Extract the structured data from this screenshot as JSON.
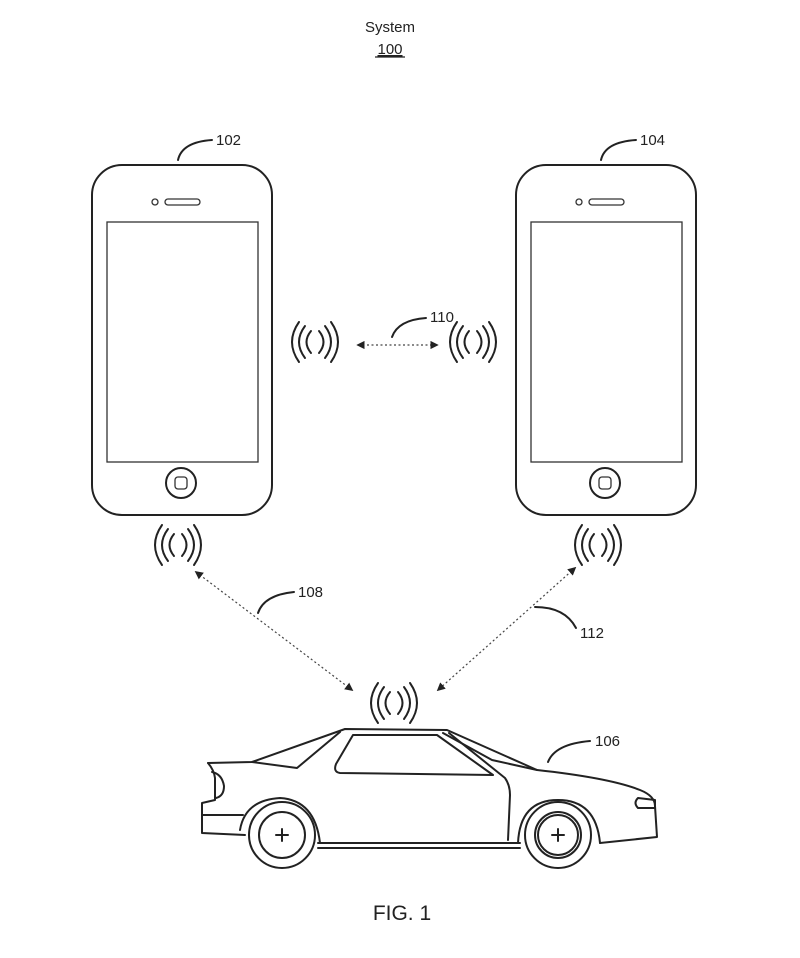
{
  "title": {
    "system_label": "System",
    "system_ref": "100"
  },
  "figure_caption": "FIG. 1",
  "components": {
    "phone_1": {
      "ref": "102",
      "icon": "smartphone-icon"
    },
    "phone_2": {
      "ref": "104",
      "icon": "smartphone-icon"
    },
    "vehicle": {
      "ref": "106",
      "icon": "car-icon"
    }
  },
  "links": {
    "phone1_vehicle": {
      "ref": "108"
    },
    "phone1_phone2": {
      "ref": "110"
    },
    "phone2_vehicle": {
      "ref": "112"
    }
  }
}
